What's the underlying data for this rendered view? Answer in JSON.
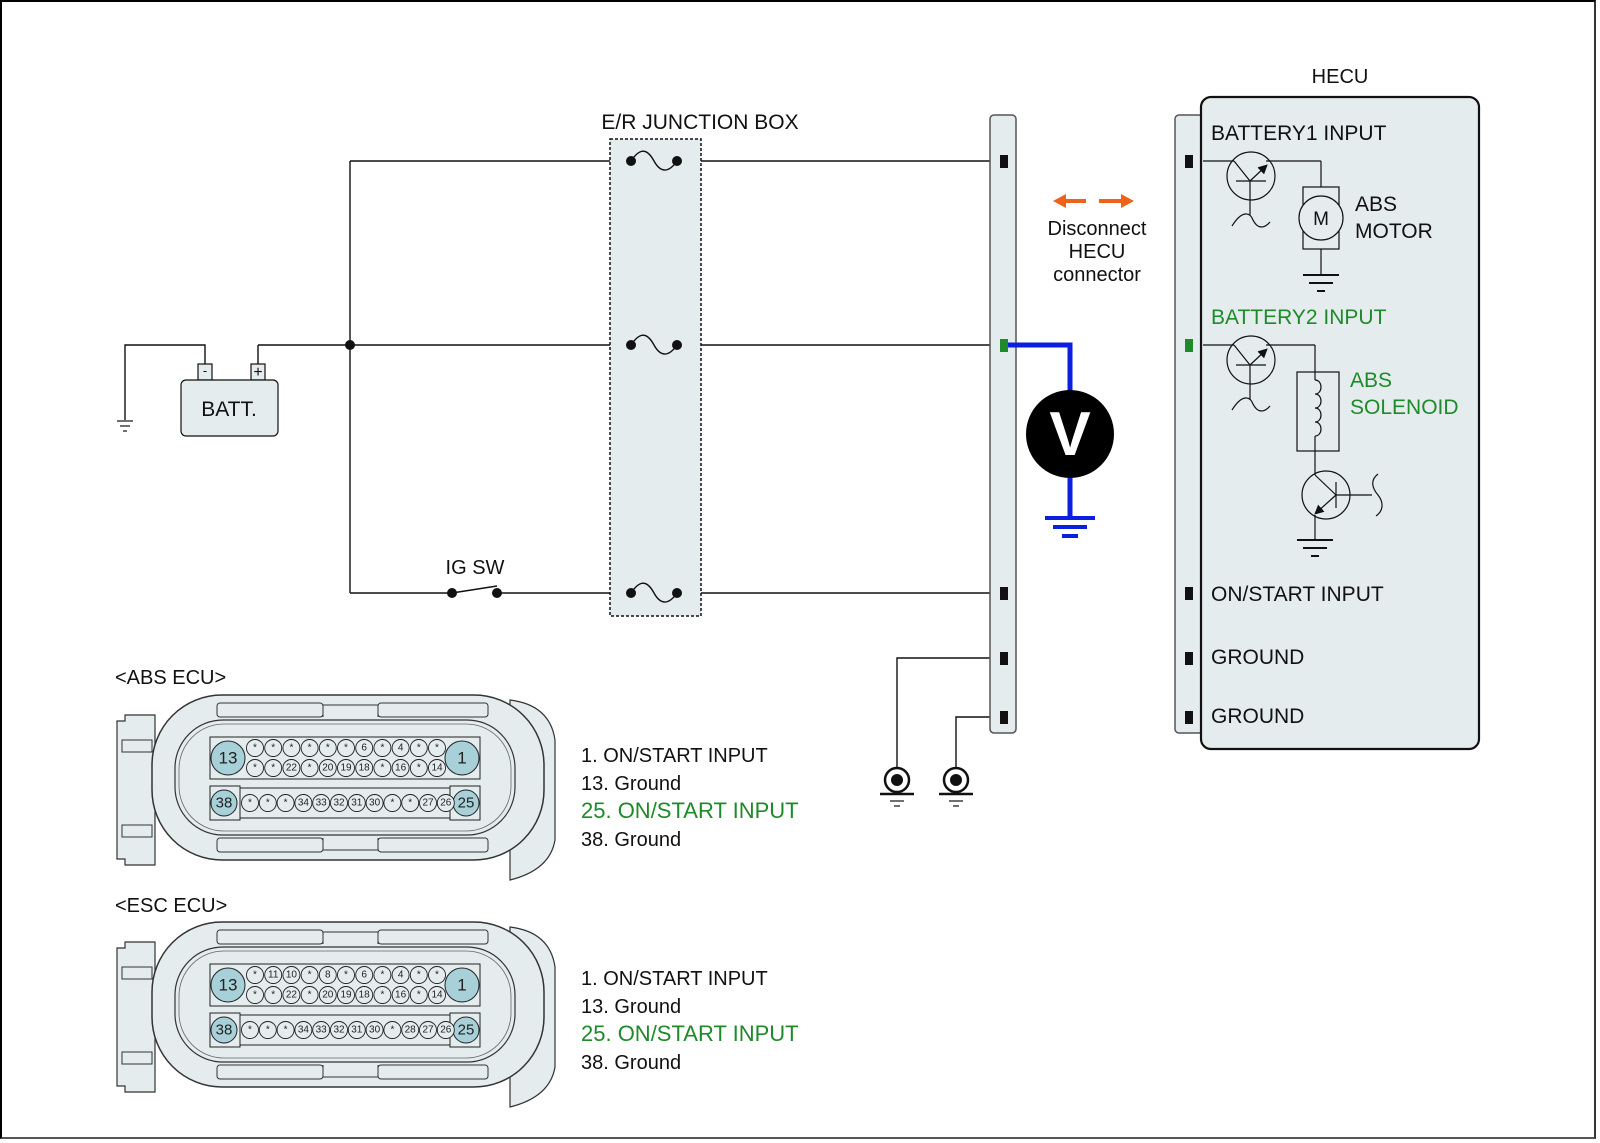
{
  "colors": {
    "panel_fill": "#e4ecee",
    "pin_highlight": "#a8d0d8",
    "green": "#1f8a2a",
    "blue_probe": "#0a1fe0",
    "orange_arrow": "#f0621a",
    "wire": "#111111"
  },
  "labels": {
    "junction_box": "E/R JUNCTION BOX",
    "battery": "BATT.",
    "battery_neg": "-",
    "battery_pos": "+",
    "ig_switch": "IG SW",
    "hecu_title": "HECU",
    "disconnect_line1": "Disconnect",
    "disconnect_line2": "HECU",
    "disconnect_line3": "connector",
    "voltmeter": "V",
    "motor_symbol": "M"
  },
  "hecu": {
    "battery1_input": "BATTERY1 INPUT",
    "abs_motor_line1": "ABS",
    "abs_motor_line2": "MOTOR",
    "battery2_input": "BATTERY2 INPUT",
    "abs_solenoid_line1": "ABS",
    "abs_solenoid_line2": "SOLENOID",
    "on_start_input": "ON/START INPUT",
    "ground1": "GROUND",
    "ground2": "GROUND"
  },
  "abs_ecu": {
    "title": "<ABS ECU>",
    "row1": [
      "*",
      "*",
      "*",
      "*",
      "*",
      "*",
      "6",
      "*",
      "4",
      "*",
      "*"
    ],
    "row2": [
      "*",
      "*",
      "22",
      "*",
      "20",
      "19",
      "18",
      "*",
      "16",
      "*",
      "14"
    ],
    "row3": [
      "*",
      "*",
      "*",
      "34",
      "33",
      "32",
      "31",
      "30",
      "*",
      "*",
      "27",
      "26"
    ],
    "pin_left_top": "13",
    "pin_right_top": "1",
    "pin_left_bottom": "38",
    "pin_right_bottom": "25",
    "legend": [
      {
        "text": "1. ON/START INPUT",
        "highlight": false
      },
      {
        "text": "13. Ground",
        "highlight": false
      },
      {
        "text": "25. ON/START INPUT",
        "highlight": true
      },
      {
        "text": "38. Ground",
        "highlight": false
      }
    ]
  },
  "esc_ecu": {
    "title": "<ESC ECU>",
    "row1": [
      "*",
      "11",
      "10",
      "*",
      "8",
      "*",
      "6",
      "*",
      "4",
      "*",
      "*"
    ],
    "row2": [
      "*",
      "*",
      "22",
      "*",
      "20",
      "19",
      "18",
      "*",
      "16",
      "*",
      "14"
    ],
    "row3": [
      "*",
      "*",
      "*",
      "34",
      "33",
      "32",
      "31",
      "30",
      "*",
      "28",
      "27",
      "26"
    ],
    "pin_left_top": "13",
    "pin_right_top": "1",
    "pin_left_bottom": "38",
    "pin_right_bottom": "25",
    "legend": [
      {
        "text": "1. ON/START INPUT",
        "highlight": false
      },
      {
        "text": "13. Ground",
        "highlight": false
      },
      {
        "text": "25. ON/START INPUT",
        "highlight": true
      },
      {
        "text": "38. Ground",
        "highlight": false
      }
    ]
  }
}
